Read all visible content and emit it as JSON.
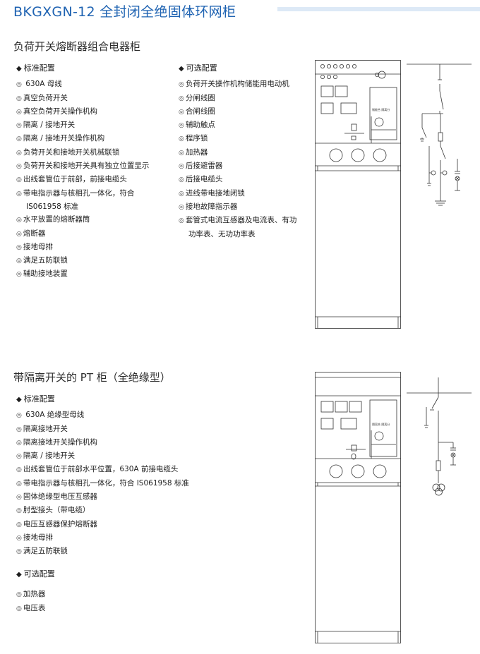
{
  "header": {
    "title": "BKGXGN-12 全封闭全绝固体环网柜"
  },
  "section1": {
    "title": "负荷开关熔断器组合电器柜",
    "standard": {
      "heading": "标准配置",
      "items": [
        "630A 母线",
        "真空负荷开关",
        "真空负荷开关操作机构",
        "隔离 / 接地开关",
        "隔离 / 接地开关操作机构",
        "负荷开关和接地开关机械联锁",
        "负荷开关和接地开关具有独立位置显示",
        "出线套管位于前部，前接电缆头",
        "带电指示器与核相孔一体化，符合",
        "水平放置的熔断器筒",
        "熔断器",
        "接地母排",
        "满足五防联锁",
        "辅助接地装置"
      ],
      "item9_cont": "IS061958 标准"
    },
    "optional": {
      "heading": "可选配置",
      "items": [
        "负荷开关操作机构储能用电动机",
        "分闸线圈",
        "合闸线圈",
        "辅助触点",
        "程序锁",
        "加热器",
        "后接避雷器",
        "后接电缆头",
        "进线带电接地闭锁",
        "接地故障指示器",
        "套管式电流互感器及电流表、有功"
      ],
      "item11_cont": "功率表、无功功率表"
    },
    "cabinet_label": "储能合 隔离分"
  },
  "section2": {
    "title": "带隔离开关的 PT 柜（全绝缘型）",
    "standard": {
      "heading": "标准配置",
      "items": [
        "630A 绝缘型母线",
        "隔离接地开关",
        "隔离接地开关操作机构",
        "隔离 / 接地开关",
        "出线套管位于前部水平位置，630A 前接电缆头",
        "带电指示器与核相孔一体化，符合 IS061958 标准",
        "固体绝缘型电压互感器",
        "肘型接头（带电缆）",
        "电压互感器保护熔断器",
        "接地母排",
        "满足五防联锁"
      ]
    },
    "optional": {
      "heading": "可选配置",
      "items": [
        "加热器",
        "电压表"
      ]
    },
    "cabinet_label": "隔离合 隔离分"
  }
}
